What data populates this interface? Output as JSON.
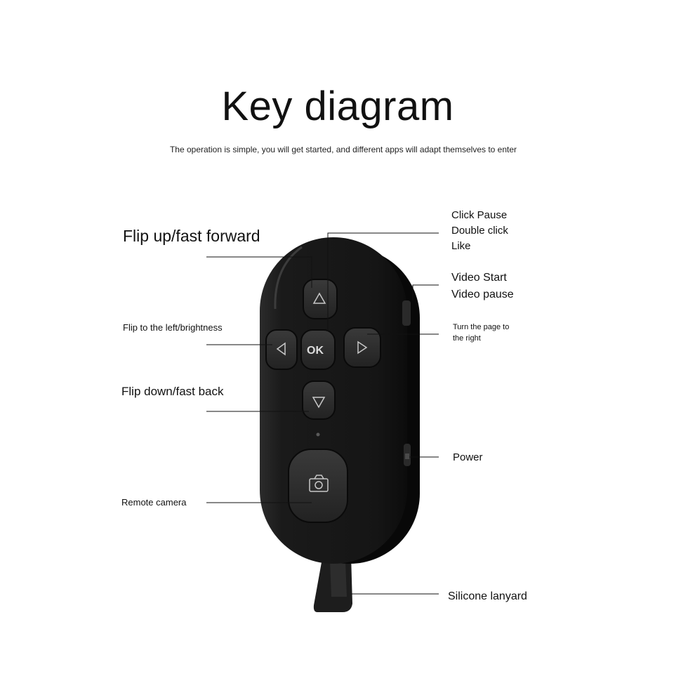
{
  "header": {
    "title": "Key diagram",
    "subtitle": "The operation is simple, you will get started, and different apps will adapt themselves to enter"
  },
  "labels": {
    "flip_up": "Flip up/fast forward",
    "flip_left": "Flip to the left/brightness",
    "flip_down": "Flip down/fast back",
    "remote_camera": "Remote camera",
    "click_pause": [
      "Click Pause",
      "Double click",
      "Like"
    ],
    "video": [
      "Video Start",
      "Video pause"
    ],
    "turn_page": [
      "Turn the page to",
      "the right"
    ],
    "power": "Power",
    "lanyard": "Silicone lanyard"
  },
  "device": {
    "ok_label": "OK",
    "icons": {
      "up": "triangle-up-icon",
      "down": "triangle-down-icon",
      "left": "triangle-left-icon",
      "right": "triangle-right-icon",
      "camera": "camera-icon"
    },
    "colors": {
      "body": "#151515",
      "button": "#2a2a2a",
      "label": "#cccccc"
    }
  }
}
